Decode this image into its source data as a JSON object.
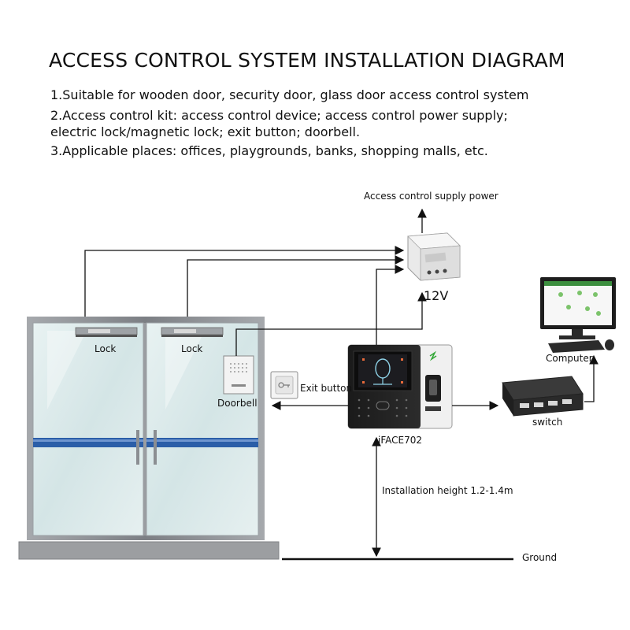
{
  "title": "ACCESS CONTROL SYSTEM INSTALLATION DIAGRAM",
  "descriptions": {
    "line1": "1.Suitable for wooden door, security door, glass door access control system",
    "line2a": "2.Access control kit: access control device; access control power supply;",
    "line2b": "electric lock/magnetic lock; exit button; doorbell.",
    "line3": "3.Applicable places: offices, playgrounds, banks, shopping malls, etc."
  },
  "labels": {
    "power_supply": "Access control supply power",
    "voltage": "12V",
    "lock_left": "Lock",
    "lock_right": "Lock",
    "doorbell": "Doorbell",
    "exit_button": "Exit button",
    "device": "iFACE702",
    "switch": "switch",
    "computer": "Computer",
    "height": "Installation height 1.2-1.4m",
    "ground": "Ground"
  },
  "colors": {
    "line": "#111111",
    "door_frame": "#8a8d91",
    "glass": "#dbe9ea",
    "door_band": "#2b5ea8",
    "floor": "#9c9ea1"
  }
}
